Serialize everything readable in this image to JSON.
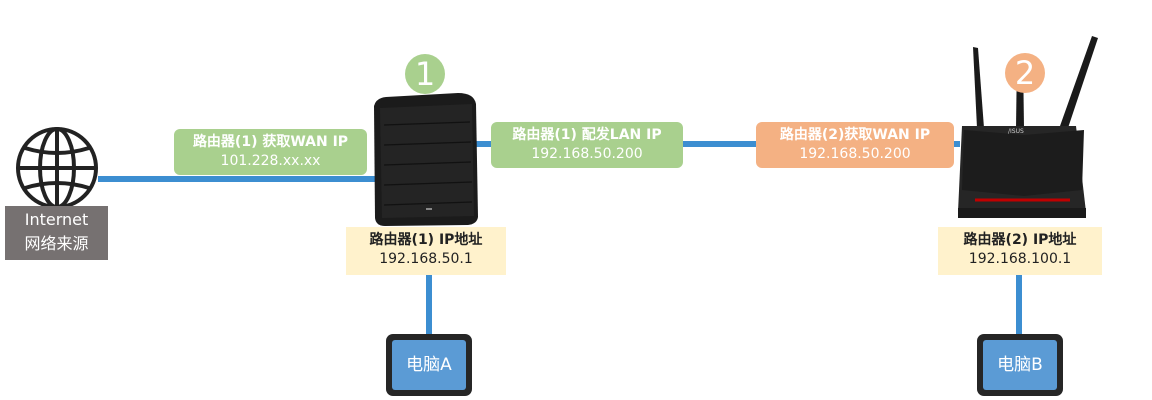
{
  "internet": {
    "line1": "Internet",
    "line2": "网络来源"
  },
  "badges": {
    "router1": "1",
    "router2": "2"
  },
  "labels": {
    "r1_wan": {
      "title": "路由器(1) 获取WAN IP",
      "value": "101.228.xx.xx"
    },
    "r1_lan": {
      "title": "路由器(1) 配发LAN IP",
      "value": "192.168.50.200"
    },
    "r2_wan": {
      "title": "路由器(2)获取WAN IP",
      "value": "192.168.50.200"
    },
    "r1_ip": {
      "title": "路由器(1) IP地址",
      "value": "192.168.50.1"
    },
    "r2_ip": {
      "title": "路由器(2) IP地址",
      "value": "192.168.100.1"
    }
  },
  "router2_brand": "/ISUS",
  "laptops": {
    "a": "电脑A",
    "b": "电脑B"
  },
  "colors": {
    "line": "#3c8ed1",
    "green_label": "#a9d08e",
    "orange_label": "#f4b183",
    "cream_label": "#fff2cc",
    "badge1": "#a9d08e",
    "badge2": "#f4b183",
    "internet_box": "#767171",
    "laptop_screen": "#5b9bd5"
  },
  "icons": [
    "globe-icon",
    "router-tower-icon",
    "router-antenna-icon",
    "laptop-icon"
  ]
}
